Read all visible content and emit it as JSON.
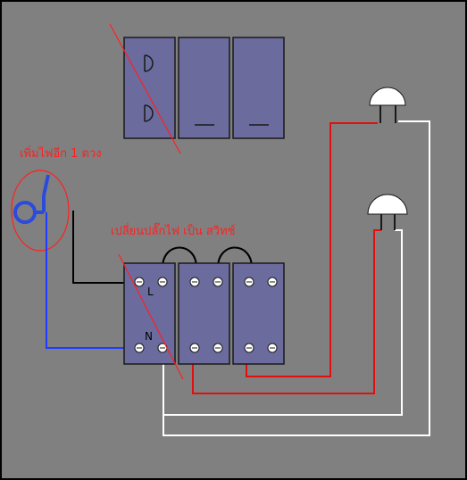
{
  "diagram": {
    "colors": {
      "background": "#808080",
      "frame": "#000000",
      "panel": "#6b6b9e",
      "panel_border": "#1a1a1a",
      "annotation": "#ff2020",
      "wire_live": "#000000",
      "wire_neutral": "#1e3cff",
      "wire_switched": "#e01010",
      "wire_return": "#ffffff",
      "lamp": "#ffffff",
      "lamp_added": "#2b4bdc",
      "screw": "#ffffff"
    },
    "annotations": {
      "add_light": "เพิ่มไฟอีก   1 ดวง",
      "change_plug": "เปลี่ยนปลั๊กไฟ   เป็น   สวิทช์"
    },
    "terminals": {
      "live": "L",
      "neutral": "N"
    },
    "icons": {
      "lamp": "ceiling-lamp-icon",
      "added_lamp": "wall-lamp-icon",
      "socket": "socket-icon"
    }
  }
}
